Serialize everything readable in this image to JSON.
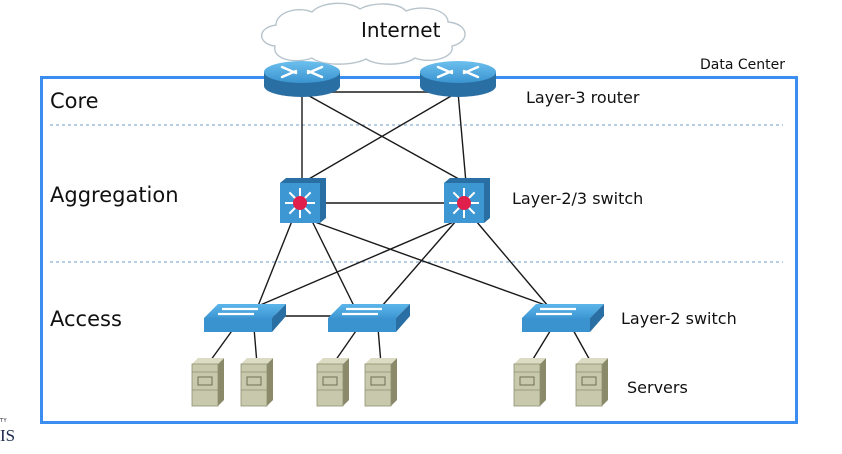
{
  "diagram": {
    "title": "Data Center",
    "cloud_label": "Internet",
    "tiers": [
      {
        "id": "core",
        "label": "Core",
        "device_label": "Layer-3 router"
      },
      {
        "id": "aggregation",
        "label": "Aggregation",
        "device_label": "Layer-2/3 switch"
      },
      {
        "id": "access",
        "label": "Access",
        "device_label": "Layer-2 switch"
      }
    ],
    "servers_label": "Servers",
    "logo_fragment": {
      "top": "TY",
      "bottom": "IS"
    },
    "colors": {
      "frame": "#3b8ef0",
      "device_blue": "#3d97d3",
      "device_dark": "#2a6fa3",
      "hub_red": "#e0204a",
      "server": "#c8c8ac",
      "link": "#1a1a1a",
      "divider": "#6f9cc8"
    },
    "nodes": [
      {
        "id": "r1",
        "type": "router",
        "tier": "core"
      },
      {
        "id": "r2",
        "type": "router",
        "tier": "core"
      },
      {
        "id": "a1",
        "type": "l3switch",
        "tier": "aggregation"
      },
      {
        "id": "a2",
        "type": "l3switch",
        "tier": "aggregation"
      },
      {
        "id": "s1",
        "type": "l2switch",
        "tier": "access"
      },
      {
        "id": "s2",
        "type": "l2switch",
        "tier": "access"
      },
      {
        "id": "s3",
        "type": "l2switch",
        "tier": "access"
      },
      {
        "id": "sv1",
        "type": "server",
        "parent": "s1"
      },
      {
        "id": "sv2",
        "type": "server",
        "parent": "s1"
      },
      {
        "id": "sv3",
        "type": "server",
        "parent": "s2"
      },
      {
        "id": "sv4",
        "type": "server",
        "parent": "s2"
      },
      {
        "id": "sv5",
        "type": "server",
        "parent": "s3"
      },
      {
        "id": "sv6",
        "type": "server",
        "parent": "s3"
      }
    ],
    "links": [
      [
        "r1",
        "r2"
      ],
      [
        "r1",
        "a1"
      ],
      [
        "r1",
        "a2"
      ],
      [
        "r2",
        "a1"
      ],
      [
        "r2",
        "a2"
      ],
      [
        "a1",
        "a2"
      ],
      [
        "a1",
        "s1"
      ],
      [
        "a1",
        "s2"
      ],
      [
        "a1",
        "s3"
      ],
      [
        "a2",
        "s1"
      ],
      [
        "a2",
        "s2"
      ],
      [
        "a2",
        "s3"
      ],
      [
        "s1",
        "s2"
      ],
      [
        "s1",
        "sv1"
      ],
      [
        "s1",
        "sv2"
      ],
      [
        "s2",
        "sv3"
      ],
      [
        "s2",
        "sv4"
      ],
      [
        "s3",
        "sv5"
      ],
      [
        "s3",
        "sv6"
      ]
    ]
  }
}
